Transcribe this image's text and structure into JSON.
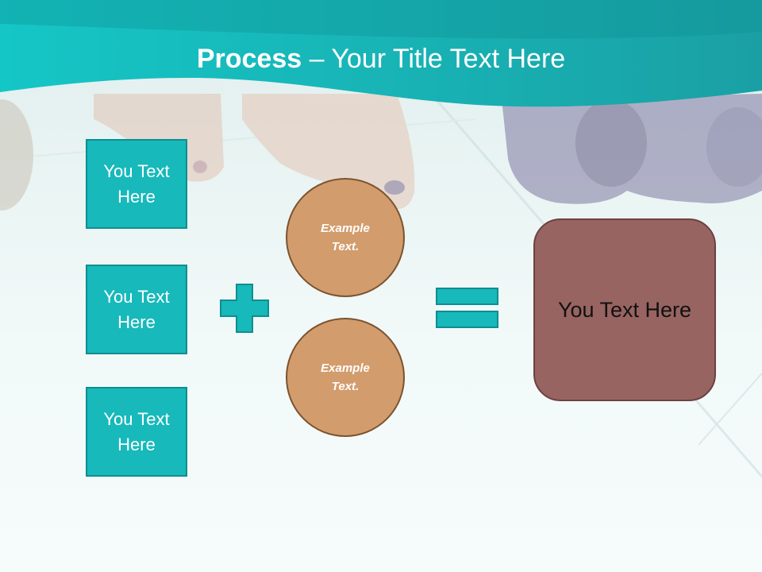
{
  "title": {
    "bold": "Process",
    "rest": " – Your Title Text Here"
  },
  "inputs": [
    {
      "label": "You Text Here"
    },
    {
      "label": "You Text Here"
    },
    {
      "label": "You Text Here"
    }
  ],
  "circles": [
    {
      "label": "Example Text."
    },
    {
      "label": "Example Text."
    }
  ],
  "result": {
    "label": "You Text Here"
  },
  "colors": {
    "teal": "#17b9bb",
    "teal_border": "#0f8e90",
    "circle_fill": "#d39c6c",
    "circle_border": "#7a5430",
    "result_fill": "#976461"
  },
  "icons": [
    "plus-icon",
    "equals-icon"
  ]
}
